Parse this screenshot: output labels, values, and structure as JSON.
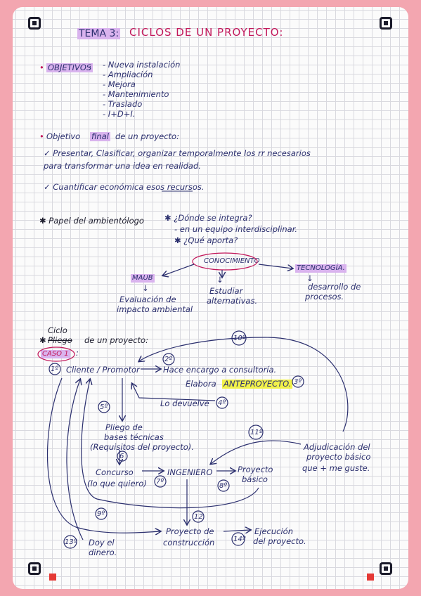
{
  "title": {
    "tema": "TEMA 3:",
    "main": "CICLOS DE UN PROYECTO:"
  },
  "objetivos": {
    "label": "OBJETIVOS",
    "items": [
      "- Nueva instalación",
      "- Ampliación",
      "- Mejora",
      "- Mantenimiento",
      "- Traslado",
      "- I+D+I."
    ]
  },
  "objetivo_final": {
    "label_pre": "Objetivo",
    "label_final": "final",
    "label_post": "de un proyecto:",
    "line1": "✓ Presentar, Clasificar, organizar temporalmente los rr necesarios",
    "line2": "para transformar una idea en realidad.",
    "line3": "✓ Cuantificar económica esos recursos."
  },
  "papel": {
    "left": "✱ Papel del ambientólogo",
    "q1": "✱ ¿Dónde se integra?",
    "q1b": "- en un equipo interdisciplinar.",
    "q2": "✱ ¿Qué aporta?",
    "conocimiento": "CONOCIMIENTO",
    "maub": "MAUB",
    "tecnologia": "TECNOLOGÍA.",
    "arrow": "↓",
    "maub_desc1": "Evaluación de",
    "maub_desc2": "impacto ambiental",
    "centro_desc1": "Estudiar",
    "centro_desc2": "alternativas.",
    "tec_desc1": "desarrollo de",
    "tec_desc2": "procesos."
  },
  "ciclo": {
    "head1": "Ciclo",
    "head2_strike": "Pliego",
    "head2": "de un proyecto:",
    "star": "✱",
    "caso": "CASO 1",
    "colon": ":",
    "n1": "1º",
    "cliente": "Cliente / Promotor",
    "n2": "2º",
    "hace": "Hace encargo a consultoría.",
    "elabora": "Elabora",
    "anteproyecto": "ANTEPROYECTO.",
    "n3": "3º",
    "devuelve": "Lo devuelve",
    "n4": "4º",
    "n5": "5º",
    "pliego1": "Pliego de",
    "pliego2": "bases técnicas",
    "pliego3": "(Requisitos del proyecto).",
    "n6": "6",
    "concurso": "Concurso",
    "concurso2": "(lo que quiero)",
    "n7": "7º",
    "ingeniero": "INGENIERO",
    "n8": "8º",
    "pbasico1": "Proyecto",
    "pbasico2": "básico",
    "n9": "9º",
    "n10": "10º",
    "n11": "11º",
    "adj1": "Adjudicación del",
    "adj2": "proyecto básico",
    "adj3": "que + me guste.",
    "n12": "12",
    "pc1": "Proyecto de",
    "pc2": "construcción",
    "n13": "13º",
    "doy1": "Doy el",
    "doy2": "dinero.",
    "n14": "14º",
    "ej1": "Ejecución",
    "ej2": "del proyecto."
  }
}
